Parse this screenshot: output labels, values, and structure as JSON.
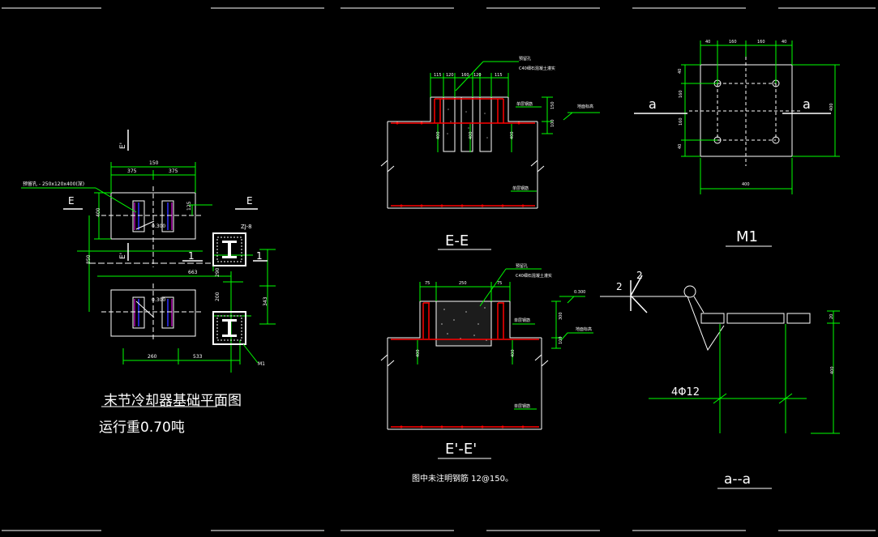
{
  "drawing": {
    "plan": {
      "title": "末节冷却器基础平面图",
      "subtitle": "运行重0.70吨",
      "embed_note": "预留孔 - 250x120x400(深)",
      "dim_top": "150",
      "dim_left_half": "375",
      "dim_right_half": "375",
      "dim_height": "400",
      "dim_125": "125",
      "dim_850": "850",
      "dim_663": "663",
      "dim_290": "290",
      "dim_260": "260",
      "dim_533": "533",
      "dim_200": "200",
      "dim_343": "343",
      "elev_1": "0.300",
      "elev_2": "0.300",
      "cut_e_left": "E",
      "cut_e_right": "E",
      "cut_e_top": "E'",
      "cut_e_bottom": "E'",
      "cut_1_left": "1",
      "cut_1_right": "1",
      "zj_label": "ZJ-8",
      "m1_tag": "M1"
    },
    "section_ee": {
      "title": "E-E",
      "dims": [
        "115",
        "120",
        "160",
        "120",
        "115"
      ],
      "note_1": "预留孔",
      "note_2": "C40细石混凝土灌实",
      "ann_1": "单层钢筋",
      "ann_2": "地面标高",
      "ann_3": "单层钢筋",
      "dim_150": "150",
      "dim_100": "100",
      "dim_400_a": "400",
      "dim_400_b": "400",
      "dim_400_c": "400"
    },
    "section_ee2": {
      "title": "E'-E'",
      "dims": [
        "75",
        "250",
        "75"
      ],
      "note_1": "预留孔",
      "note_2": "C40细石混凝土灌实",
      "elev": "0.300",
      "ann_1": "单层钢筋",
      "ann_2": "地面标高",
      "ann_3": "单层钢筋",
      "dim_300": "300",
      "dim_100": "100",
      "dim_400_a": "400",
      "dim_400_b": "400",
      "footnote": "图中未注明钢筋 12@150。"
    },
    "m1": {
      "title": "M1",
      "top_dims": [
        "40",
        "160",
        "160",
        "40"
      ],
      "left_dims": [
        "40",
        "160",
        "160",
        "40"
      ],
      "right_dim": "400",
      "bottom_dim": "400",
      "cut_left": "a",
      "cut_right": "a"
    },
    "section_aa": {
      "title": "a--a",
      "rebar": "4Φ12",
      "mark": "2",
      "mark_2": "2",
      "dim_20": "20",
      "dim_400": "400"
    },
    "colors": {
      "background": "#000000",
      "line_white": "#ffffff",
      "line_green": "#00ff00",
      "line_red": "#ff0000",
      "line_blue": "#3030ff",
      "line_magenta": "#ff00ff",
      "line_yellow": "#ffff00"
    }
  }
}
